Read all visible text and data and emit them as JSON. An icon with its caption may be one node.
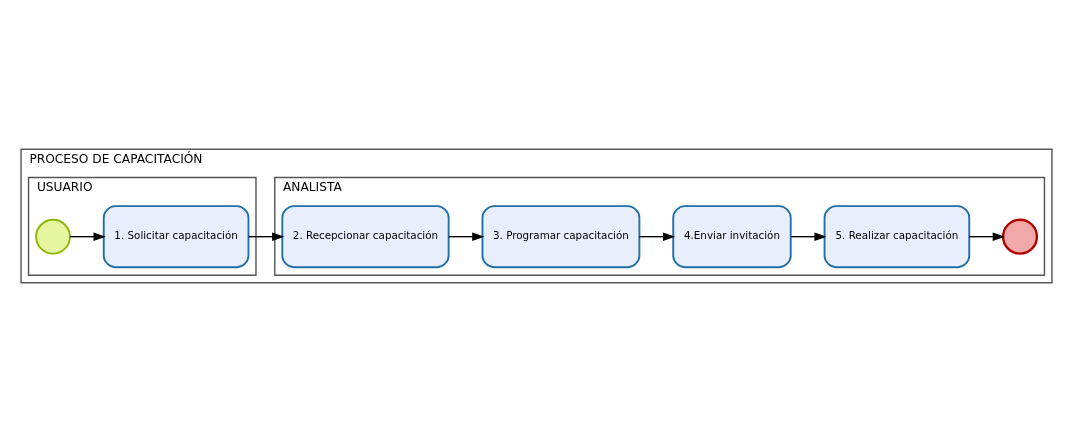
{
  "diagram": {
    "nodes": [
      {
        "text": [
          "PROCESO DE CAPACITACIÓN"
        ]
      },
      {
        "text": [
          "ANALISTA"
        ],
        "in": 0
      },
      {
        "text": [
          "2. Recepcionar capacitación"
        ],
        "in": 1
      },
      {
        "text": [
          "3. Programar capacitación"
        ],
        "in": 1
      },
      {
        "text": [
          "4.Enviar invitación"
        ],
        "in": 1
      },
      {
        "text": [
          "5. Realizar capacitación"
        ],
        "in": 1
      },
      {
        "text": [],
        "shape": "circle",
        "in": 1
      },
      {
        "text": [
          "USUARIO"
        ],
        "in": 0
      },
      {
        "text": [],
        "shape": "circle",
        "in": 7
      },
      {
        "text": [
          "1. Solicitar capacitación"
        ],
        "in": 7
      }
    ],
    "edges": [
      {
        "from": 8,
        "to": 9,
        "arrow": "to"
      },
      {
        "from": 9,
        "to": 2,
        "arrow": "to"
      },
      {
        "from": 2,
        "to": 3,
        "arrow": "to"
      },
      {
        "from": 3,
        "to": 4,
        "arrow": "to"
      },
      {
        "from": 4,
        "to": 5,
        "arrow": "to"
      },
      {
        "from": 5,
        "to": 6,
        "arrow": "to"
      }
    ]
  }
}
